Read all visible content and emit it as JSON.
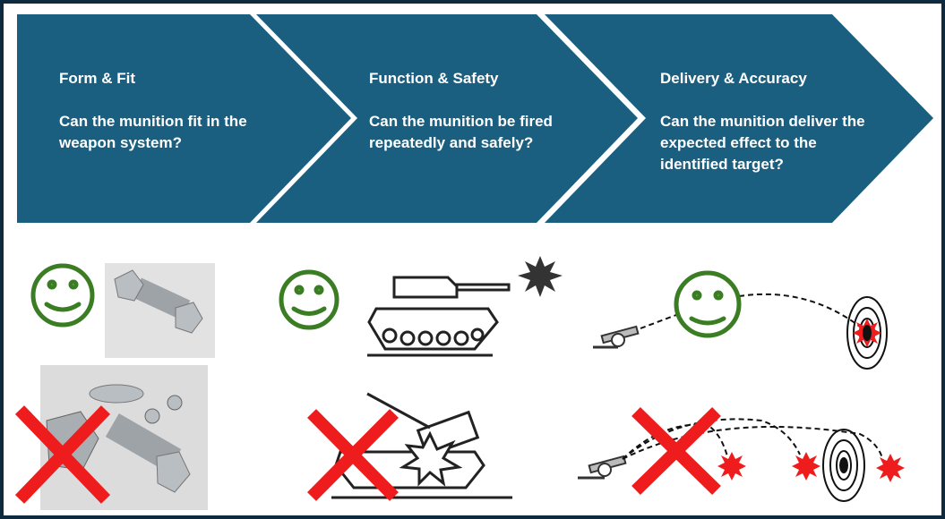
{
  "stages": [
    {
      "title": "Form & Fit",
      "question": "Can the  munition fit in the weapon system?"
    },
    {
      "title": "Function & Safety",
      "question": "Can the munition be fired repeatedly and safely?"
    },
    {
      "title": "Delivery & Accuracy",
      "question": "Can the munition deliver the expected effect to the identified target?"
    }
  ],
  "colors": {
    "chevron": "#1b5f80",
    "frame": "#0e2a3e",
    "pass": "#3a7d23",
    "fail": "#ee1c1c"
  }
}
